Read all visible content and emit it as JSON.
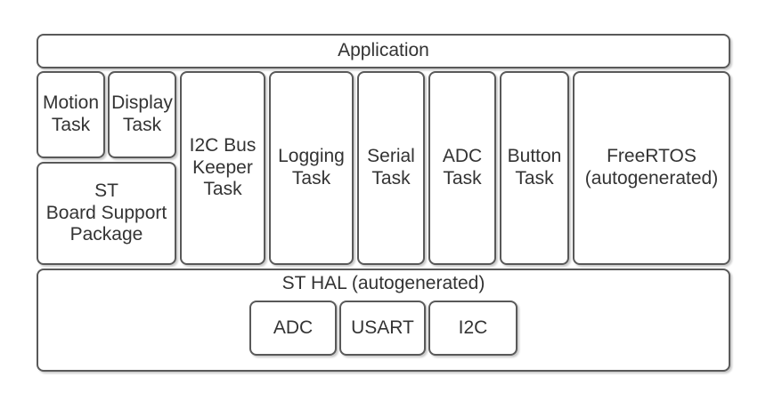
{
  "diagram": {
    "colors": {
      "stroke": "#595959",
      "text": "#333333",
      "background": "#ffffff"
    },
    "layers": {
      "application": "Application",
      "motion_task": "Motion\nTask",
      "display_task": "Display\nTask",
      "board_support_package": "ST\nBoard Support\nPackage",
      "i2c_bus_keeper_task": "I2C Bus\nKeeper\nTask",
      "logging_task": "Logging\nTask",
      "serial_task": "Serial\nTask",
      "adc_task": "ADC\nTask",
      "button_task": "Button\nTask",
      "freertos": "FreeRTOS\n(autogenerated)",
      "st_hal": "ST HAL (autogenerated)",
      "hal_adc": "ADC",
      "hal_usart": "USART",
      "hal_i2c": "I2C"
    }
  }
}
